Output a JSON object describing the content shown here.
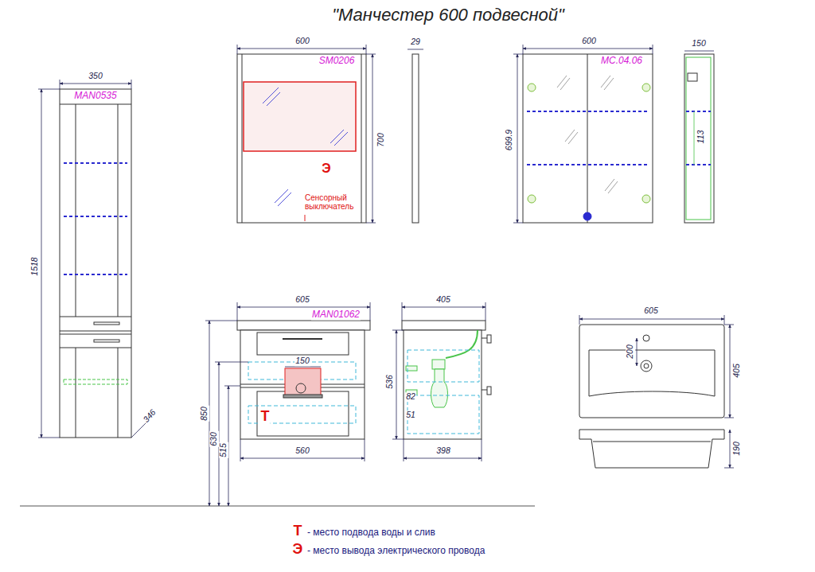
{
  "diagram": {
    "title": "\"Манчестер 600 подвесной\"",
    "nodes": [
      {
        "text": [
          "MAN0535"
        ]
      },
      {
        "text": [
          "SM0206",
          "Э",
          "Сенсорный выключатель"
        ]
      },
      {
        "text": [
          "MC.04.06"
        ]
      },
      {
        "text": [
          "MAN01062",
          "Т"
        ]
      }
    ],
    "labels": [
      "350",
      "1518",
      "346",
      "600",
      "700",
      "29",
      "600",
      "699.9",
      "150",
      "113",
      "605",
      "850",
      "630",
      "515",
      "150",
      "560",
      "405",
      "536",
      "82",
      "51",
      "398",
      "605",
      "405",
      "200",
      "190",
      "Т",
      "Э"
    ],
    "legend": [
      {
        "text": "- место подвода воды и слив"
      },
      {
        "text": "- место вывода электрического провода"
      }
    ]
  }
}
